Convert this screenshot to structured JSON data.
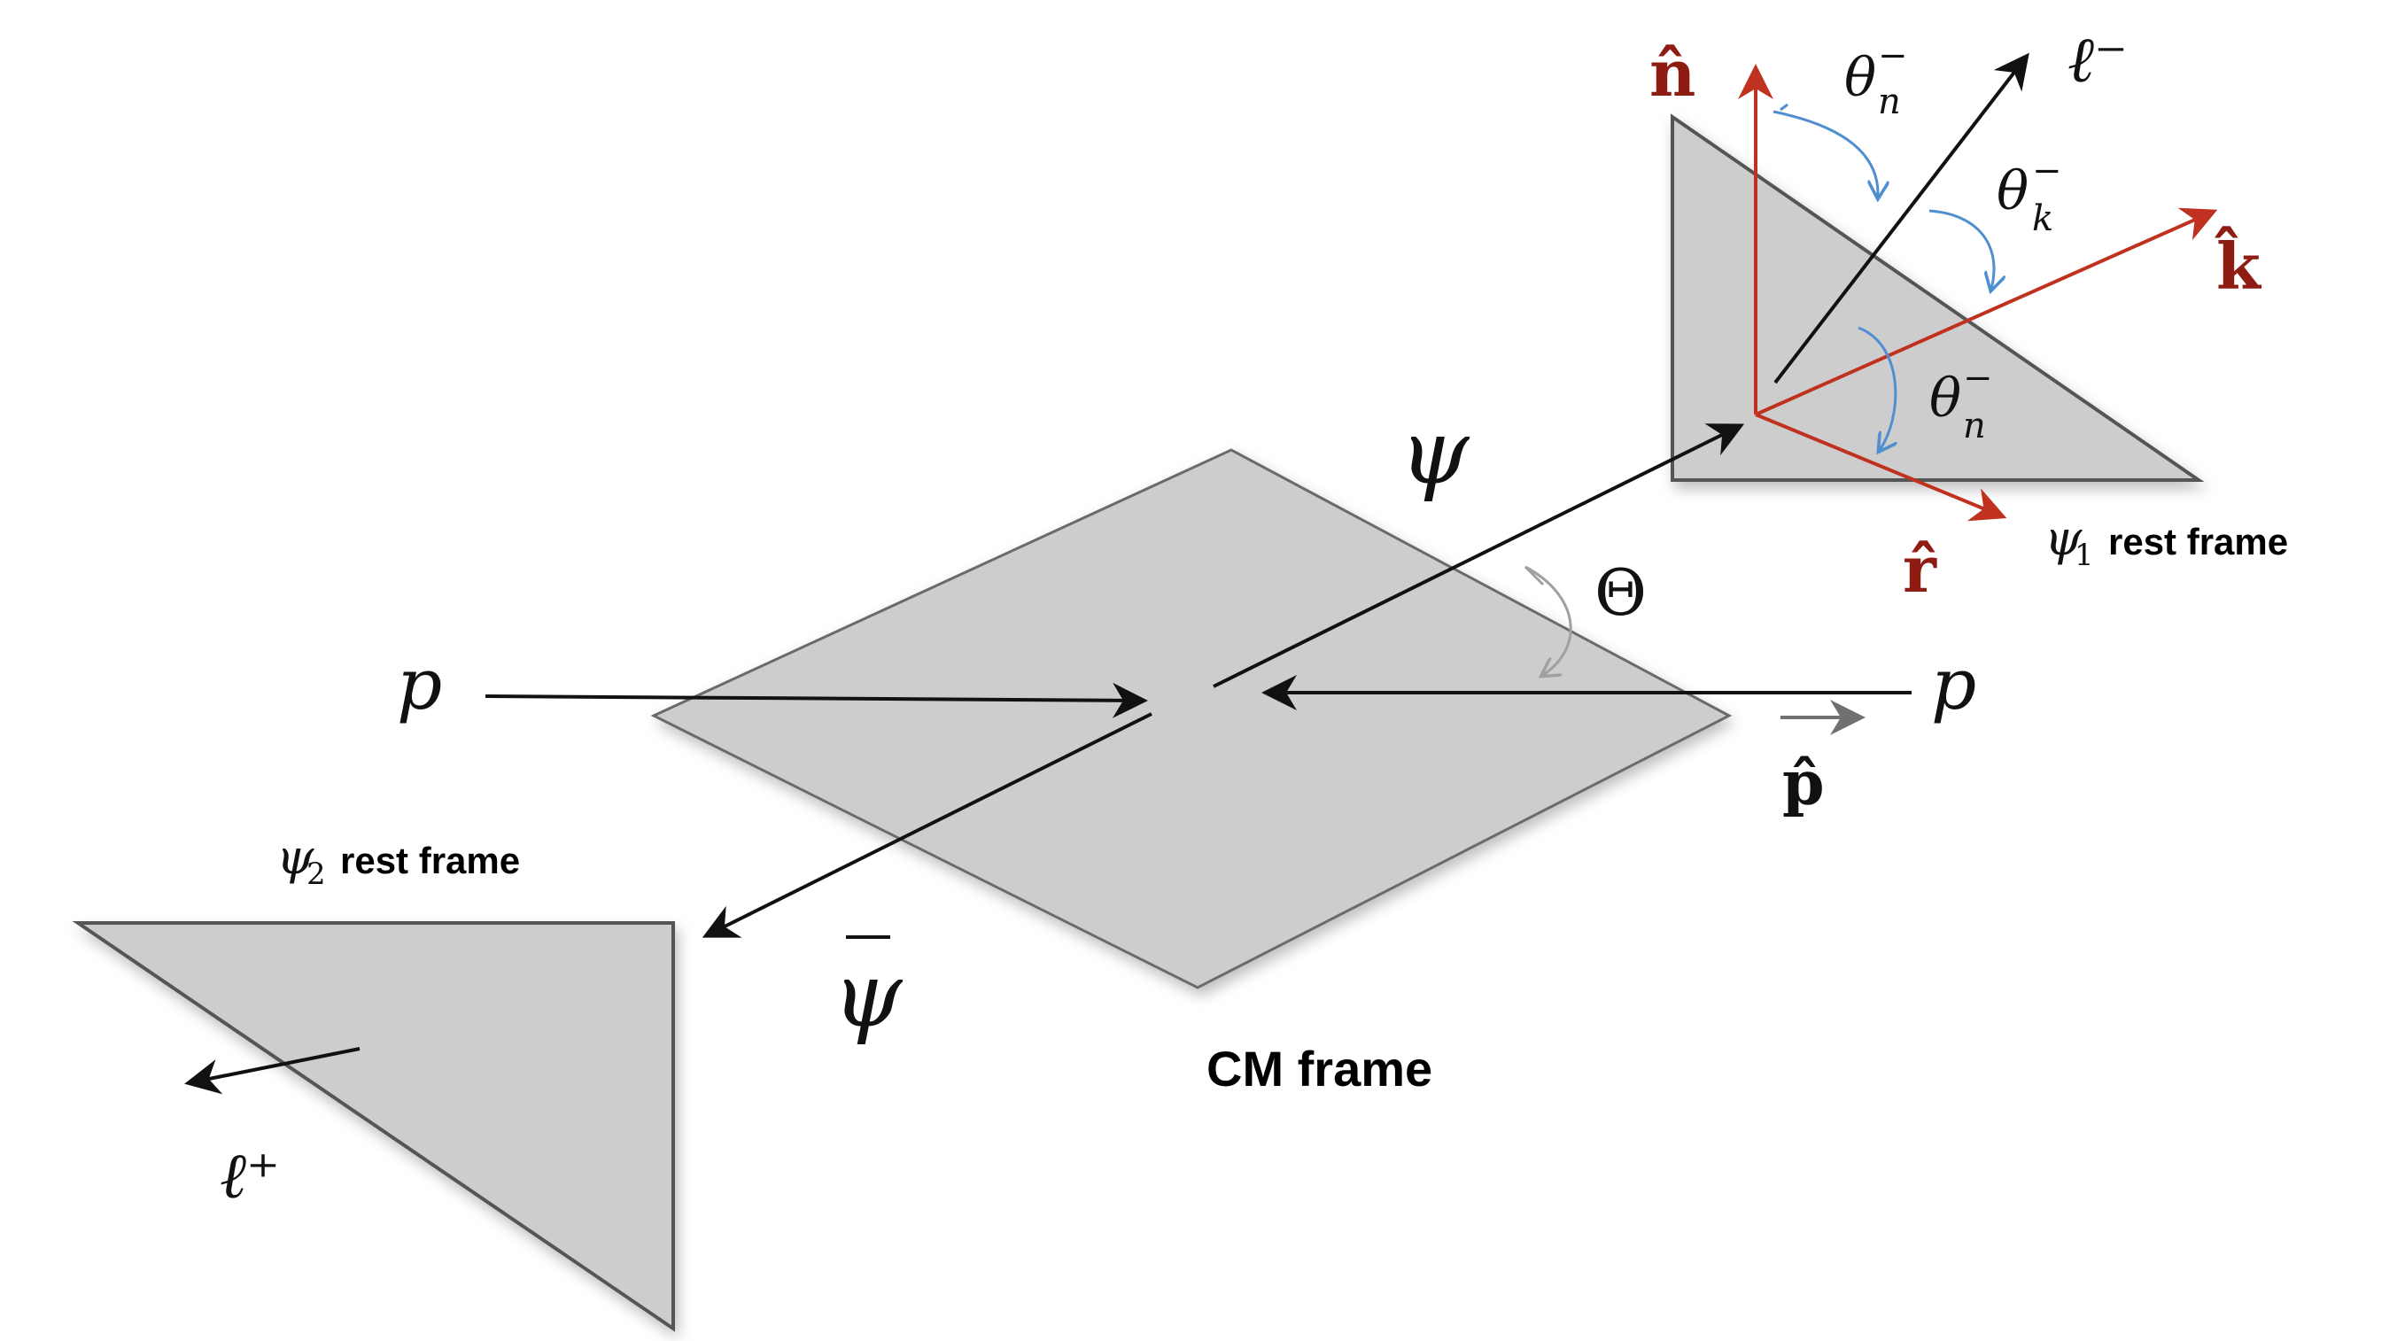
{
  "colors": {
    "plane_fill": "#cdcdcd",
    "plane_edge": "#5a5a5a",
    "axis_red": "#c0321f",
    "axis_label": "#8e1c12",
    "angle_blue": "#4f8fd0",
    "angle_gray": "#a0a0a0",
    "ink": "#111111"
  },
  "labels": {
    "psi": "ψ",
    "psibar": "ψ",
    "p_left": "p",
    "p_right": "p",
    "p_hat": "p̂",
    "n_hat": "n̂",
    "k_hat": "k̂",
    "r_hat": "r̂",
    "lepton_minus": "ℓ⁻",
    "lepton_plus": "ℓ⁺",
    "theta_n_top": "θ",
    "theta_n_top_sub": "n",
    "theta_n_top_sup": "−",
    "theta_k": "θ",
    "theta_k_sub": "k",
    "theta_k_sup": "−",
    "theta_n_low": "θ",
    "theta_n_low_sub": "n",
    "theta_n_low_sup": "−",
    "capital_theta": "Θ",
    "psi1": "ψ",
    "psi1_sub": "1",
    "psi1_frame": "rest frame",
    "psi2": "ψ",
    "psi2_sub": "2",
    "psi2_frame": "rest frame",
    "cm_frame": "CM frame"
  }
}
